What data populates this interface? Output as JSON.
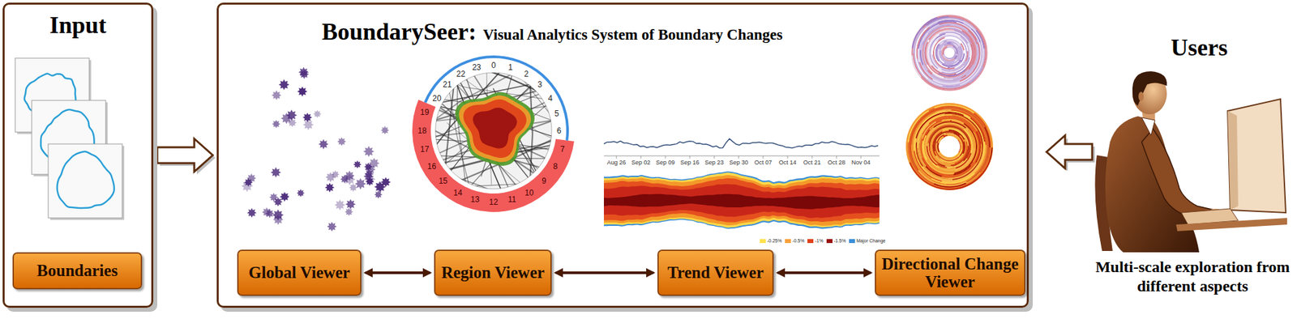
{
  "diagram": {
    "nodes": [
      {
        "text": [
          "Input"
        ]
      },
      {
        "text": [
          "Boundaries"
        ],
        "in": 0
      },
      {
        "text": [
          "BoundarySeer:",
          "Visual Analytics System of Boundary Changes"
        ]
      },
      {
        "text": [
          "Global Viewer"
        ],
        "in": 2
      },
      {
        "text": [
          "Region Viewer"
        ],
        "in": 2
      },
      {
        "text": [
          "Trend Viewer"
        ],
        "in": 2
      },
      {
        "text": [
          "Directional Change Viewer"
        ],
        "in": 2
      }
    ],
    "edges": [
      {
        "from": 0,
        "to": 2,
        "arrow": "to"
      },
      {
        "from": 3,
        "to": 4,
        "arrow": "both"
      },
      {
        "from": 4,
        "to": 5,
        "arrow": "both"
      },
      {
        "from": 5,
        "to": 6,
        "arrow": "both"
      }
    ],
    "labels": [
      "Users",
      "Multi-scale exploration from different aspects",
      "0",
      "1",
      "2",
      "3",
      "4",
      "5",
      "6",
      "7",
      "8",
      "9",
      "10",
      "11",
      "12",
      "13",
      "14",
      "15",
      "16",
      "17",
      "18",
      "19",
      "20",
      "21",
      "22",
      "23",
      "Aug 26",
      "Sep 02",
      "Sep 09",
      "Sep 16",
      "Sep 23",
      "Sep 30",
      "Oct 07",
      "Oct 14",
      "Oct 21",
      "Oct 28",
      "Nov 04"
    ],
    "legend": [
      {
        "text": "-0.25%",
        "color": "#ffe14d"
      },
      {
        "text": "-0.5%",
        "color": "#f7a13a"
      },
      {
        "text": "-1%",
        "color": "#e0401a"
      },
      {
        "text": "-1.5%",
        "color": "#9a1010"
      },
      {
        "text": "Major Change",
        "color": "#3b8fd8"
      }
    ]
  }
}
